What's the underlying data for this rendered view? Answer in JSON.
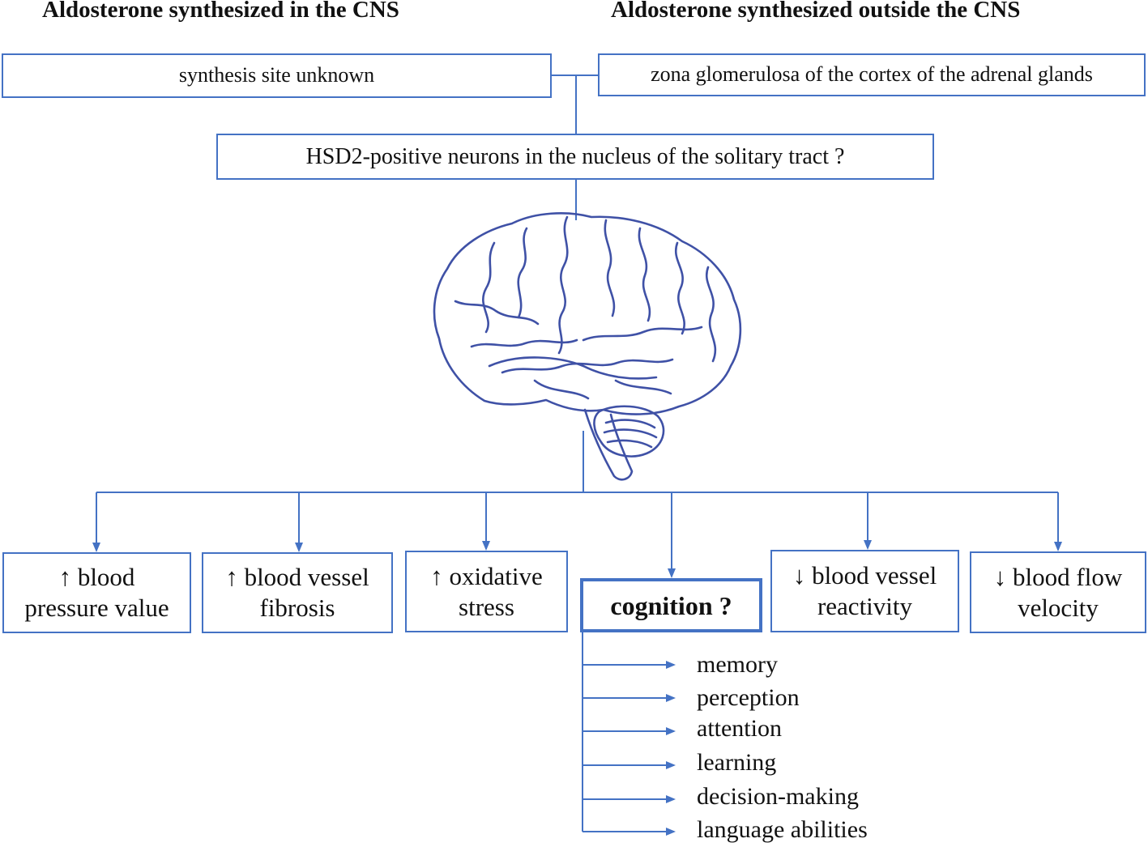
{
  "headings": {
    "left": "Aldosterone synthesized in the CNS",
    "right": "Aldosterone synthesized outside the CNS"
  },
  "sources": {
    "cns_site": "synthesis site unknown",
    "peripheral_site": "zona glomerulosa of the cortex of the adrenal glands"
  },
  "central_node": "HSD2-positive neurons in the nucleus of the solitary tract ?",
  "effects": [
    "↑ blood\npressure value",
    "↑ blood vessel\nfibrosis",
    "↑ oxidative\nstress",
    "cognition ?",
    "↓ blood vessel\nreactivity",
    "↓ blood flow\nvelocity"
  ],
  "cognition_domains": [
    "memory",
    "perception",
    "attention",
    "learning",
    "decision-making",
    "language abilities"
  ],
  "colors": {
    "box_border": "#4472C4",
    "connector": "#4472C4",
    "brain_outline": "#3F51A6",
    "text": "#111111"
  },
  "icons": {
    "brain": "brain-icon"
  }
}
